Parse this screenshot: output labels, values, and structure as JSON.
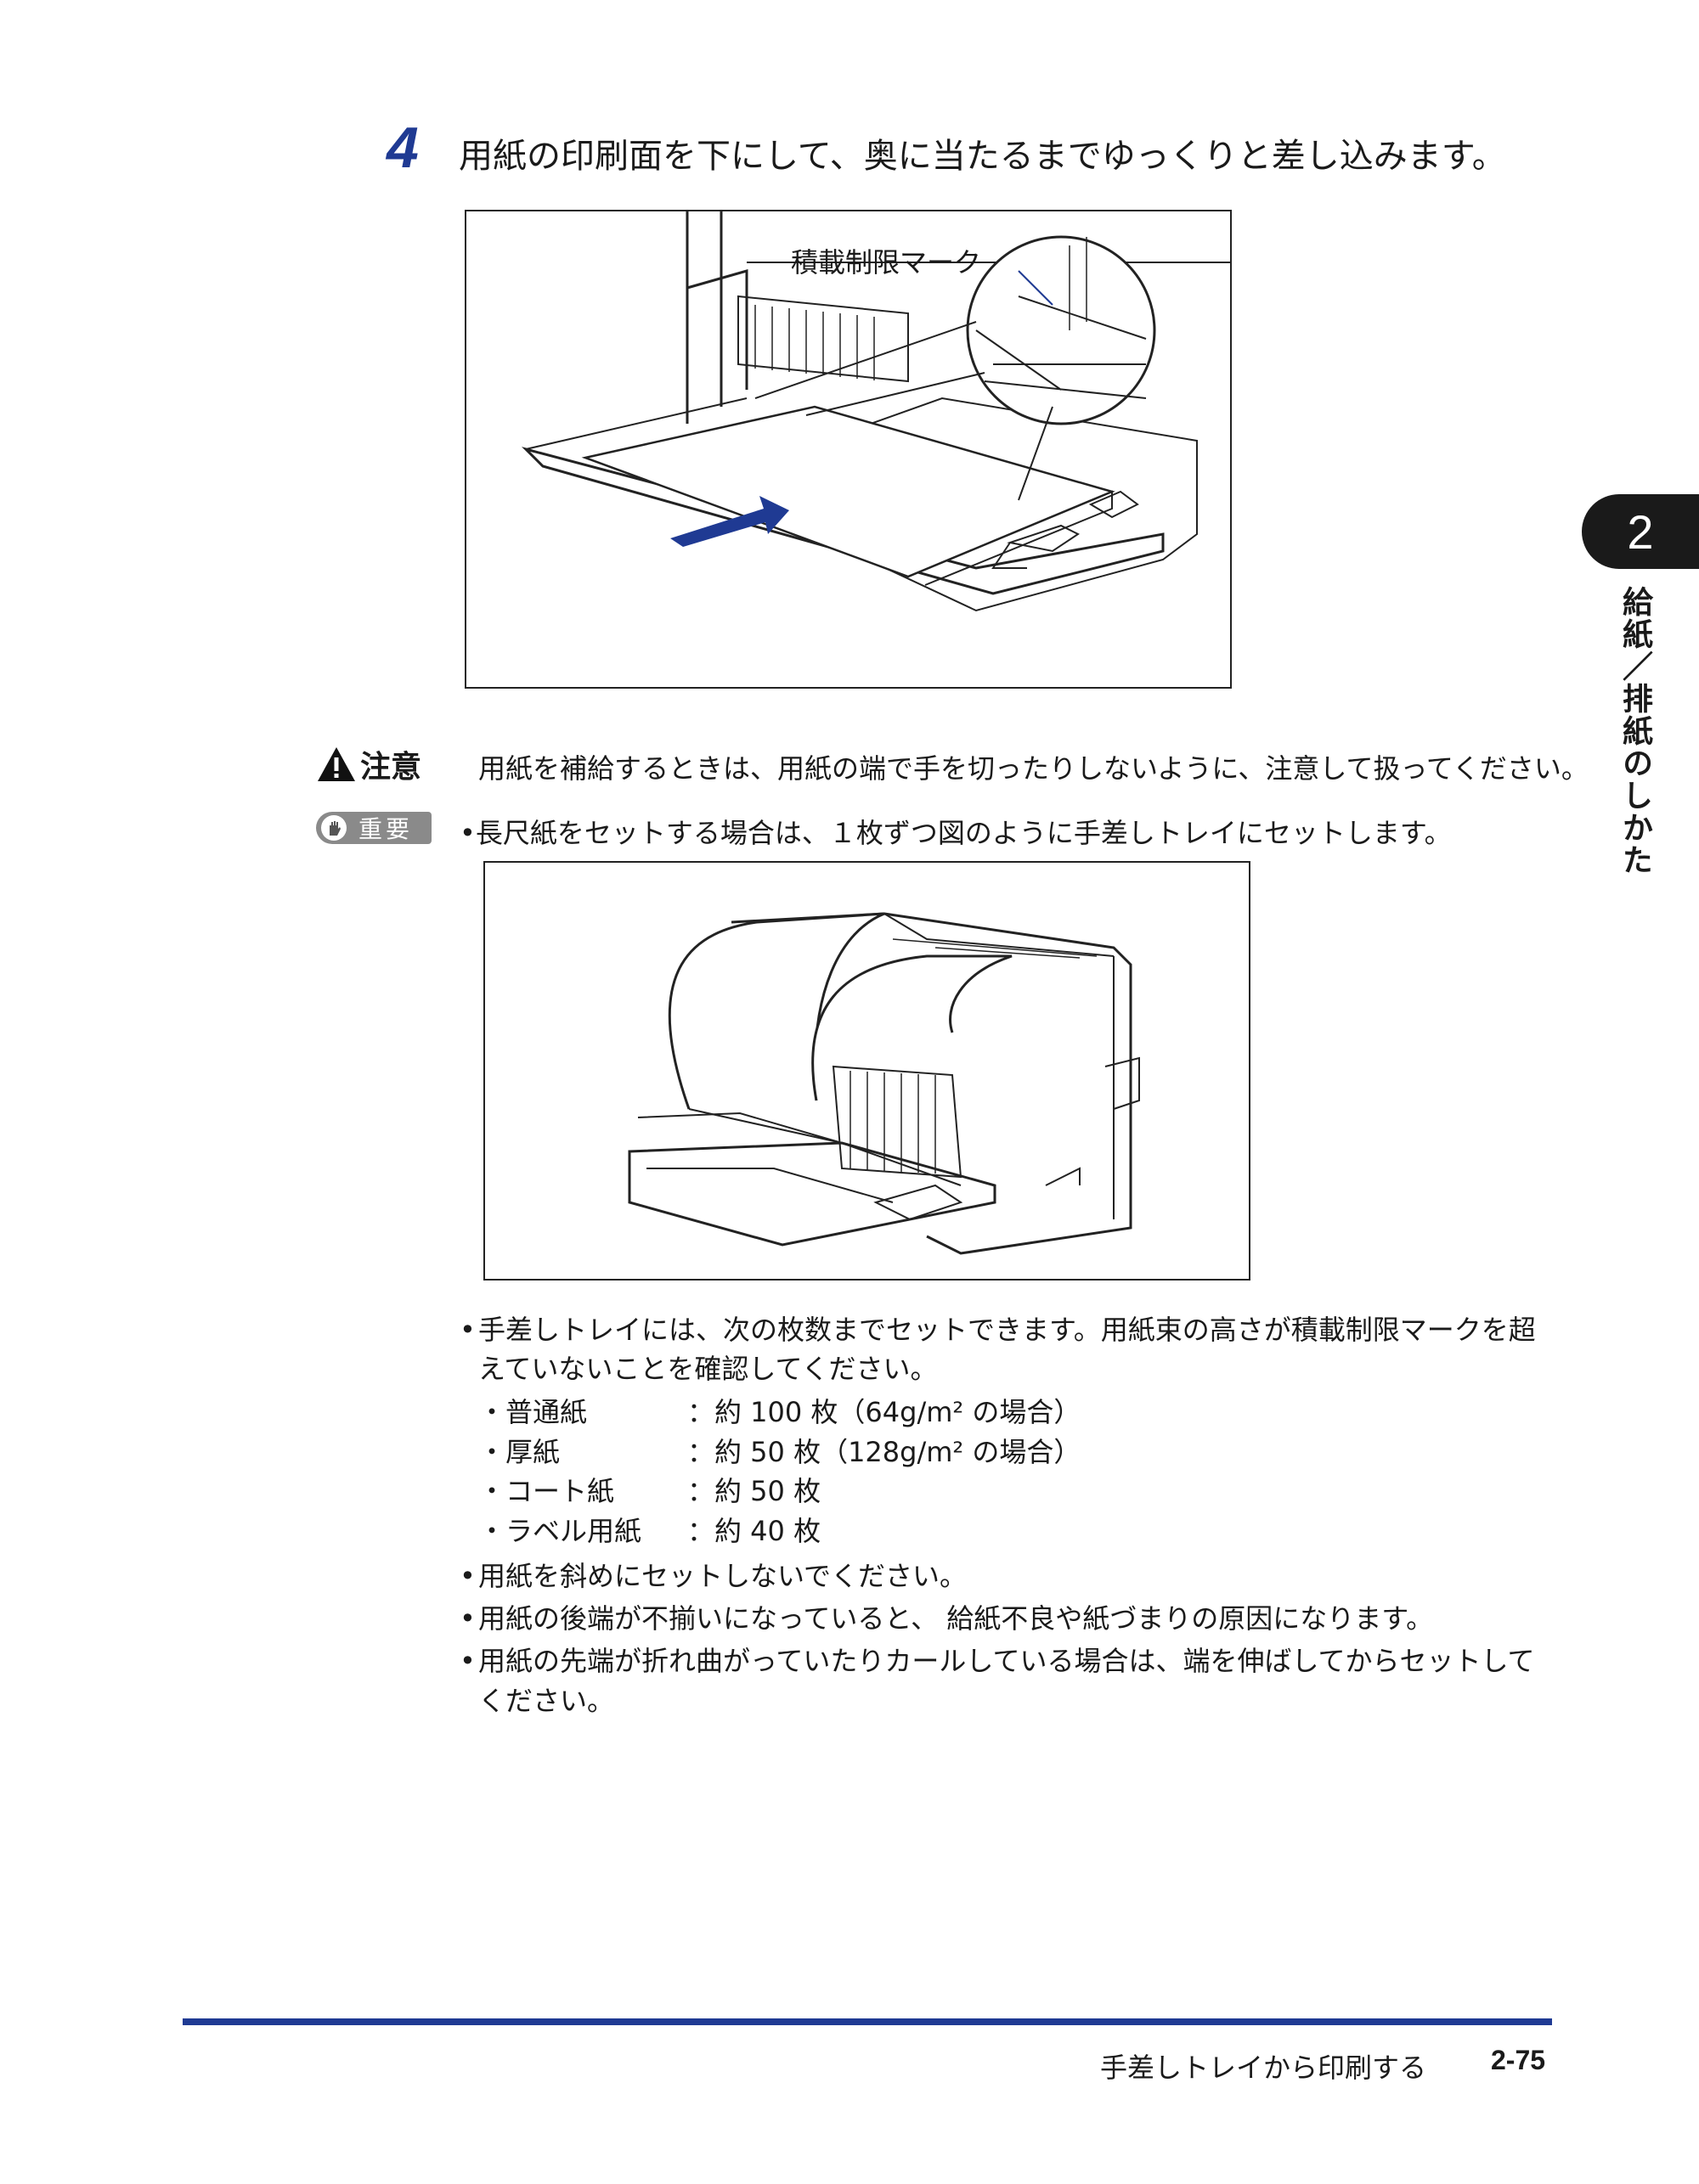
{
  "step": {
    "number": "4",
    "text": "用紙の印刷面を下にして、奥に当たるまでゆっくりと差し込みます。"
  },
  "figure1": {
    "callout": "積載制限マーク"
  },
  "caution": {
    "label": "注意",
    "text": "用紙を補給するときは、用紙の端で手を切ったりしないように、注意して扱ってください。"
  },
  "important": {
    "label": "重要",
    "bullet1": "長尺紙をセットする場合は、１枚ずつ図のように手差しトレイにセットします。"
  },
  "bullets": {
    "capacity_intro": "手差しトレイには、次の枚数までセットできます。用紙束の高さが積載制限マークを超えていないことを確認してください。",
    "counts": [
      {
        "name": "・普通紙",
        "value": "：約 100 枚（64g/m² の場合）"
      },
      {
        "name": "・厚紙",
        "value": "：約 50 枚（128g/m² の場合）"
      },
      {
        "name": "・コート紙",
        "value": "：約 50 枚"
      },
      {
        "name": "・ラベル用紙",
        "value": "：約 40 枚"
      }
    ],
    "skew": "用紙を斜めにセットしないでください。",
    "trailing_edge": "用紙の後端が不揃いになっていると、 給紙不良や紙づまりの原因になります。",
    "leading_edge": "用紙の先端が折れ曲がっていたりカールしている場合は、端を伸ばしてからセットしてください。"
  },
  "side_tab": {
    "number": "2",
    "label": "給紙／排紙のしかた"
  },
  "footer": {
    "title": "手差しトレイから印刷する",
    "page": "2-75"
  },
  "colors": {
    "accent": "#1f3a93",
    "arrow": "#1f3a93"
  }
}
